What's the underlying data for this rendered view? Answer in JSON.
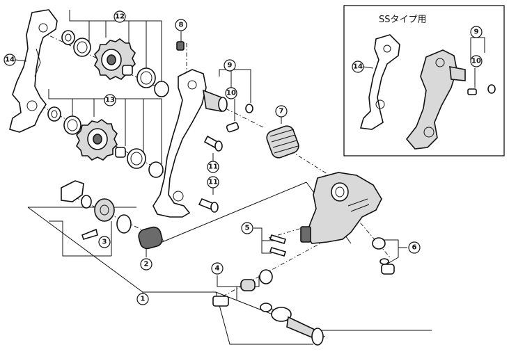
{
  "inset": {
    "title": "SSタイプ用"
  },
  "callouts": {
    "c1": "1",
    "c2": "2",
    "c3": "3",
    "c4": "4",
    "c5": "5",
    "c6": "6",
    "c7": "7",
    "c8": "8",
    "c9": "9",
    "c10": "10",
    "c11a": "11",
    "c11b": "11",
    "c12": "12",
    "c13": "13",
    "c14": "14",
    "inset_c9": "9",
    "inset_c10": "10",
    "inset_c14": "14"
  }
}
